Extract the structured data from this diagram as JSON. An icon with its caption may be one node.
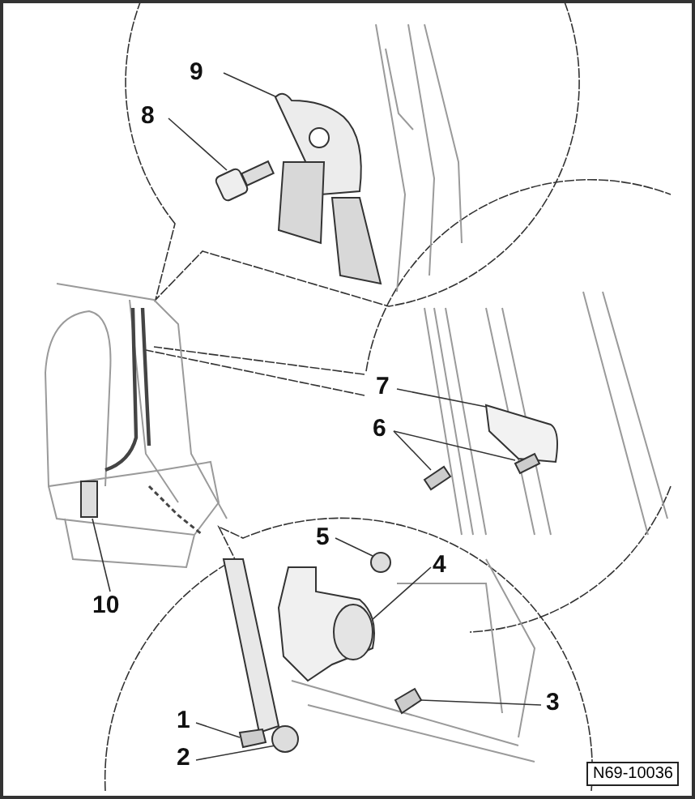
{
  "diagram": {
    "nodes": [
      {
        "text": [
          "9"
        ]
      },
      {
        "text": [],
        "shape": "picture"
      },
      {
        "text": [
          "8"
        ]
      },
      {
        "text": [],
        "shape": "picture"
      },
      {
        "text": [
          "7"
        ]
      },
      {
        "text": [],
        "shape": "picture"
      },
      {
        "text": [
          "6"
        ]
      },
      {
        "text": [],
        "shape": "picture"
      },
      {
        "text": [],
        "shape": "picture"
      },
      {
        "text": [
          "5"
        ]
      },
      {
        "text": [],
        "shape": "circle"
      },
      {
        "text": [
          "4"
        ]
      },
      {
        "text": [],
        "shape": "picture"
      },
      {
        "text": [
          "10"
        ]
      },
      {
        "text": [],
        "shape": "box"
      },
      {
        "text": [
          "3"
        ]
      },
      {
        "text": [],
        "shape": "picture"
      },
      {
        "text": [
          "1"
        ]
      },
      {
        "text": [],
        "shape": "picture"
      },
      {
        "text": [
          "2"
        ]
      },
      {
        "text": [],
        "shape": "circle"
      }
    ],
    "edges": [
      {
        "from": 0,
        "to": 1,
        "arrow": "none"
      },
      {
        "from": 2,
        "to": 3,
        "arrow": "none"
      },
      {
        "from": 4,
        "to": 5,
        "arrow": "none"
      },
      {
        "from": 6,
        "to": 7,
        "arrow": "none"
      },
      {
        "from": 6,
        "to": 8,
        "arrow": "none"
      },
      {
        "from": 9,
        "to": 10,
        "arrow": "none"
      },
      {
        "from": 11,
        "to": 12,
        "arrow": "none"
      },
      {
        "from": 13,
        "to": 14,
        "arrow": "none"
      },
      {
        "from": 15,
        "to": 16,
        "arrow": "none"
      },
      {
        "from": 17,
        "to": 18,
        "arrow": "none"
      },
      {
        "from": 19,
        "to": 20,
        "arrow": "none"
      }
    ],
    "labels": [
      "N69-10036"
    ]
  }
}
